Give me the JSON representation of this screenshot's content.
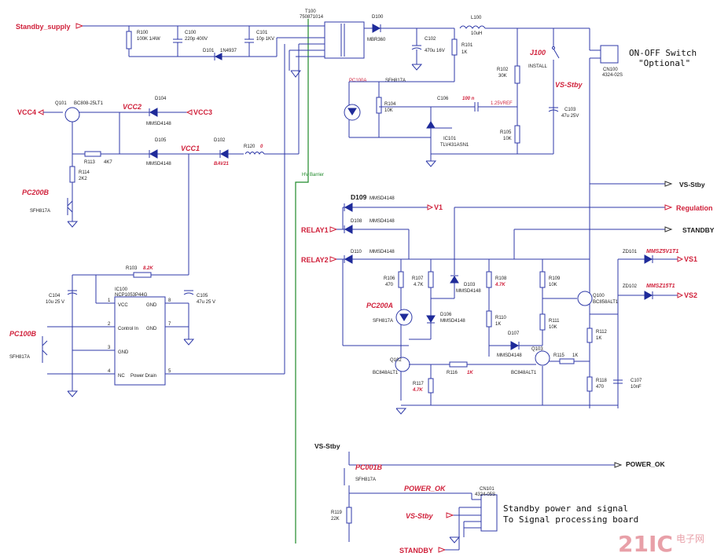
{
  "nets": {
    "standby_supply": "Standby_supply",
    "vcc4": "VCC4",
    "vcc2": "VCC2",
    "vcc3": "VCC3",
    "vcc1": "VCC1",
    "relay1": "RELAY1",
    "relay2": "RELAY2",
    "v1": "V1",
    "regulation": "Regulation",
    "standby": "STANDBY",
    "vs_stby": "VS-Stby",
    "vs1": "VS1",
    "vs2": "VS2",
    "power_ok": "POWER_OK",
    "power_ok_right": "POWER_OK",
    "vs_stby_left": "VS-Stby",
    "vs_stby_bottom": "VS-Stby",
    "standby_bottom": "STANDBY",
    "vs_stby_mid": "VS-Stby",
    "ref_1v25": "1.25VREF",
    "hv_barrier": "HV Barrier"
  },
  "components": {
    "t100": {
      "ref": "T100",
      "part": "750871014"
    },
    "d100": {
      "ref": "D100",
      "part": "MBR360"
    },
    "l100": {
      "ref": "L100",
      "part": "10uH"
    },
    "r100": {
      "ref": "R100",
      "part": "100K 1/4W"
    },
    "c100": {
      "ref": "C100",
      "part": "220p 400V"
    },
    "c101": {
      "ref": "C101",
      "part": "10p 1KV"
    },
    "d101": {
      "ref": "D101",
      "part": "1N4937"
    },
    "c102": {
      "ref": "C102",
      "part": "470u 16V"
    },
    "r101": {
      "ref": "R101",
      "part": "1K"
    },
    "j100": {
      "ref": "J100",
      "part": "INSTALL"
    },
    "cn100": {
      "ref": "CN100",
      "part": "4324-02S"
    },
    "switch_note_1": "ON-OFF Switch",
    "switch_note_2": "\"Optional\"",
    "r102": {
      "ref": "R102",
      "part": "30K"
    },
    "c103": {
      "ref": "C103",
      "part": "47u 25V"
    },
    "pc100a": {
      "ref": "PC100A",
      "part": "SFH817A"
    },
    "r104": {
      "ref": "R104",
      "part": "10K"
    },
    "c106": {
      "ref": "C106",
      "part": "100 n"
    },
    "ic101": {
      "ref": "IC101",
      "part": "TLV431ASN1"
    },
    "r105": {
      "ref": "R105",
      "part": "10K"
    },
    "q101": {
      "ref": "Q101",
      "part": "BC808-25LT1"
    },
    "d104": {
      "ref": "D104",
      "part": "MMSD4148"
    },
    "d105": {
      "ref": "D105",
      "part": "MMSD4148"
    },
    "d102": {
      "ref": "D102",
      "part": "BAV21"
    },
    "r120": {
      "ref": "R120",
      "part": "0"
    },
    "r113": {
      "ref": "R113",
      "part": "4K7"
    },
    "r114": {
      "ref": "R114",
      "part": "2K2"
    },
    "pc200b": {
      "ref": "PC200B",
      "part": "SFH817A"
    },
    "r103": {
      "ref": "R103",
      "part": "8.2K"
    },
    "ic100": {
      "ref": "IC100",
      "part": "NCP1053P44G"
    },
    "ic100_pins": {
      "vcc": "VCC",
      "gnd1": "GND",
      "ctrl": "Control In",
      "gnd2": "GND",
      "gnd3": "GND",
      "nc": "NC",
      "pd": "Power Drain"
    },
    "c104": {
      "ref": "C104",
      "part": "10u 25 V"
    },
    "c105": {
      "ref": "C105",
      "part": "47u 25 V"
    },
    "pc100b": {
      "ref": "PC100B",
      "part": "SFH817A"
    },
    "d109": {
      "ref": "D109",
      "part": "MMSD4148"
    },
    "d108": {
      "ref": "D108",
      "part": "MMSD4148"
    },
    "d110": {
      "ref": "D110",
      "part": "MMSD4148"
    },
    "r106": {
      "ref": "R106",
      "part": "470"
    },
    "r107": {
      "ref": "R107",
      "part": "4.7K"
    },
    "d103": {
      "ref": "D103",
      "part": "MMSD4148"
    },
    "r108": {
      "ref": "R108",
      "part": "4.7K"
    },
    "r109": {
      "ref": "R109",
      "part": "10K"
    },
    "q100": {
      "ref": "Q100",
      "part": "BC858ALT1"
    },
    "zd101": {
      "ref": "ZD101",
      "part": "MMSZ5V1T1"
    },
    "zd102": {
      "ref": "ZD102",
      "part": "MMSZ15T1"
    },
    "pc200a": {
      "ref": "PC200A",
      "part": "SFH817A"
    },
    "d106": {
      "ref": "D106",
      "part": "MMSD4148"
    },
    "r110": {
      "ref": "R110",
      "part": "1K"
    },
    "r111": {
      "ref": "R111",
      "part": "10K"
    },
    "r112": {
      "ref": "R112",
      "part": "1K"
    },
    "d107": {
      "ref": "D107",
      "part": "MMSD4148"
    },
    "q103": {
      "ref": "Q103",
      "part": "BC848ALT1"
    },
    "r115": {
      "ref": "R115",
      "part": "1K"
    },
    "q102": {
      "ref": "Q102",
      "part": "BC848ALT1"
    },
    "r116": {
      "ref": "R116",
      "part": "1K"
    },
    "r117": {
      "ref": "R117",
      "part": "4.7K"
    },
    "r118": {
      "ref": "R118",
      "part": "470"
    },
    "c107": {
      "ref": "C107",
      "part": "10nF"
    },
    "pc001b": {
      "ref": "PC001B",
      "part": "SFH817A"
    },
    "r119": {
      "ref": "R119",
      "part": "22K"
    },
    "cn101": {
      "ref": "CN101",
      "part": "4324-05S"
    }
  },
  "notes": {
    "board_line1": "Standby power and signal",
    "board_line2": "To Signal processing board"
  },
  "watermark": {
    "main": "21IC",
    "sub": "电子网"
  }
}
